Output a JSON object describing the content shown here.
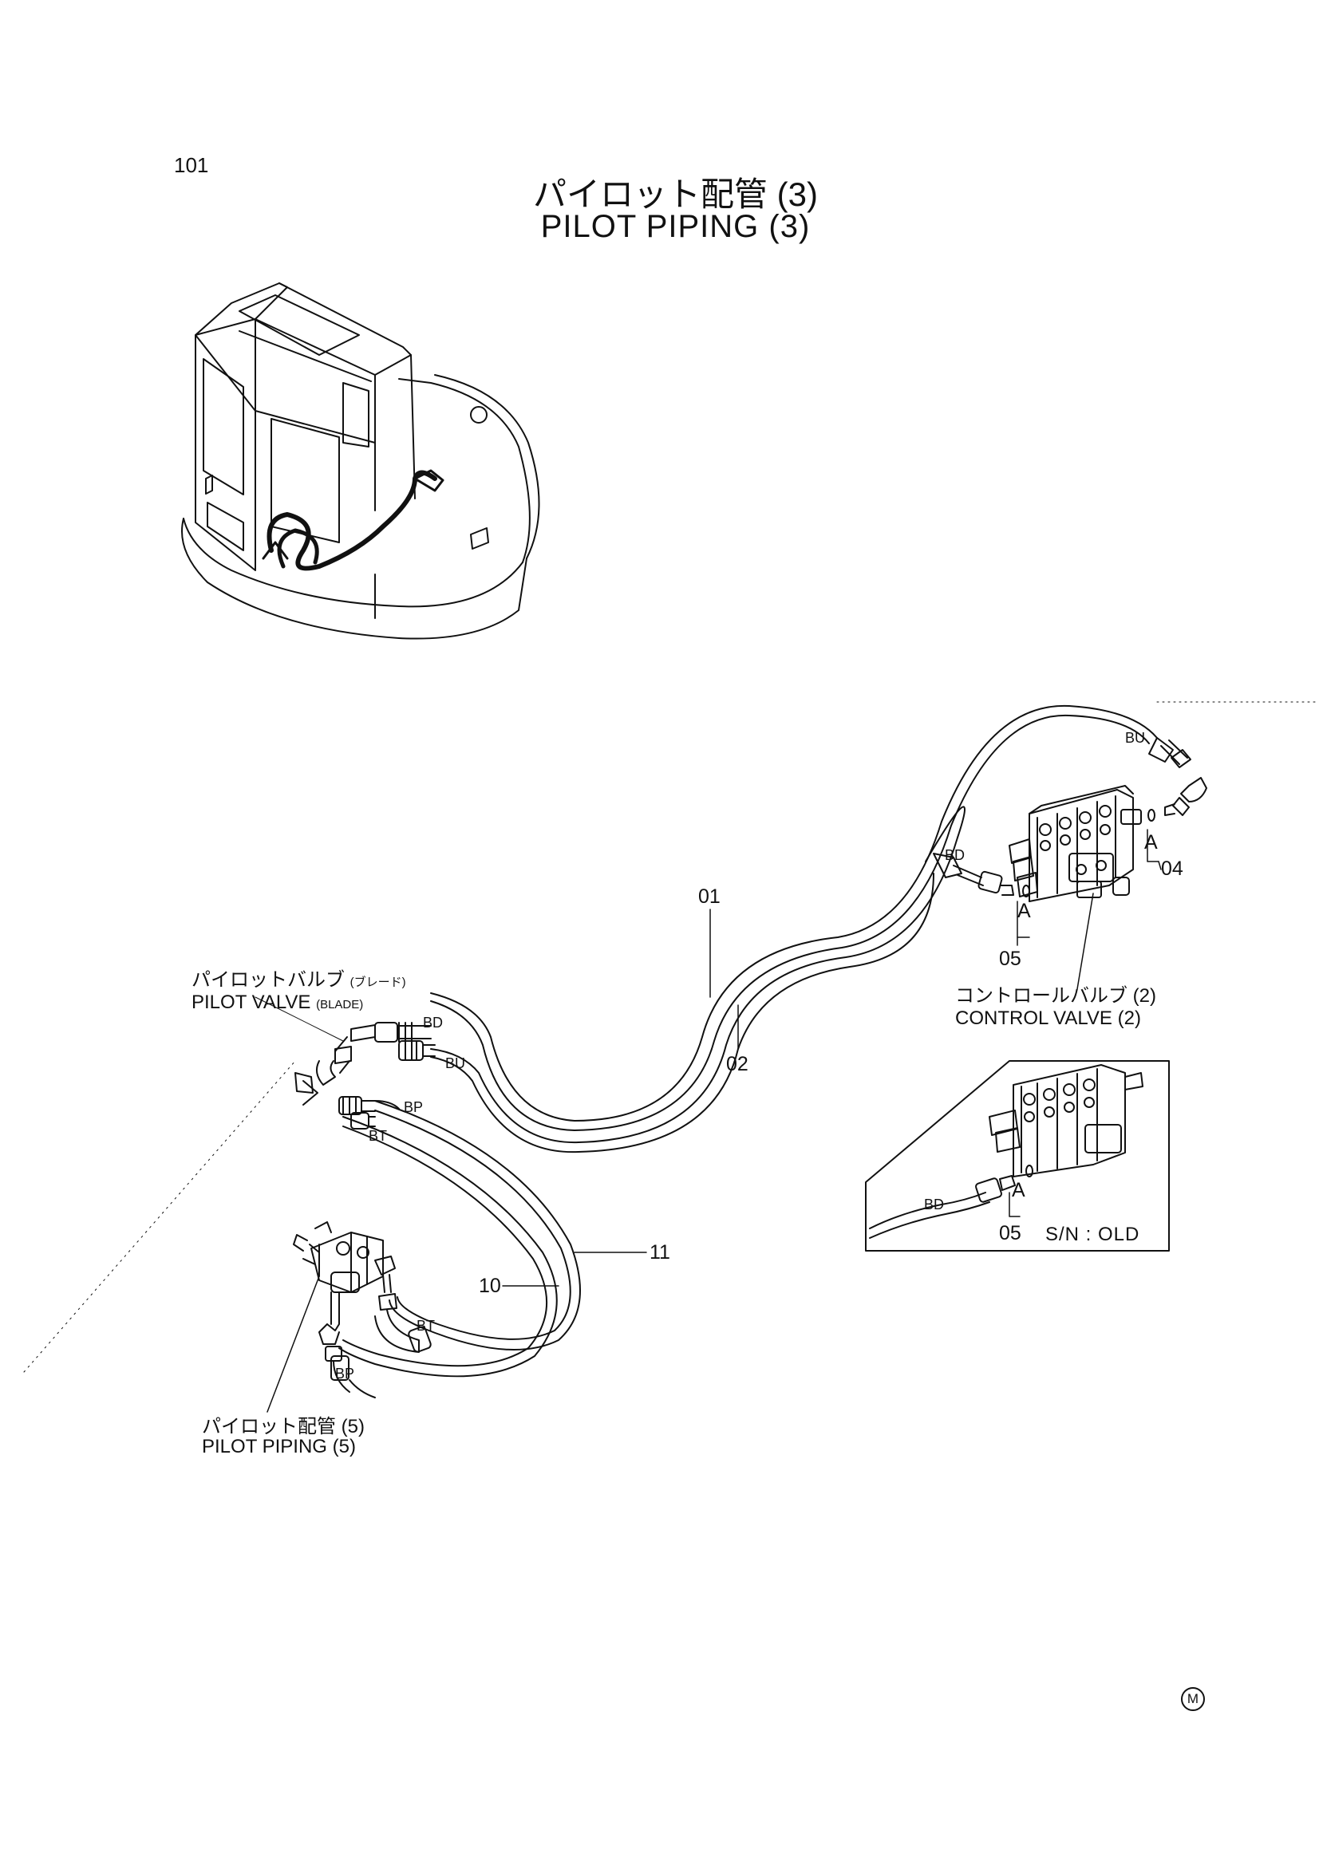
{
  "page": {
    "number": "101",
    "title_jp": "パイロット配管 (3)",
    "title_en": "PILOT PIPING (3)",
    "mark": "M"
  },
  "callouts": {
    "pilot_valve_jp": "パイロットバルブ",
    "pilot_valve_jp_note": "(ブレード)",
    "pilot_valve_en": "PILOT VALVE",
    "pilot_valve_en_note": "(BLADE)",
    "control_valve_jp": "コントロールバルブ (2)",
    "control_valve_en": "CONTROL VALVE (2)",
    "pilot_piping_jp": "パイロット配管 (5)",
    "pilot_piping_en": "PILOT PIPING (5)"
  },
  "part_numbers": [
    "01",
    "02",
    "04",
    "05",
    "10",
    "11"
  ],
  "hose_tags": {
    "bu": "BU",
    "bd": "BD",
    "bp": "BP",
    "bt": "BT"
  },
  "view_marker": "A",
  "inset": {
    "part_number": "05",
    "serial_note": "S/N : OLD",
    "view_marker": "A",
    "hose_tag": "BD"
  }
}
